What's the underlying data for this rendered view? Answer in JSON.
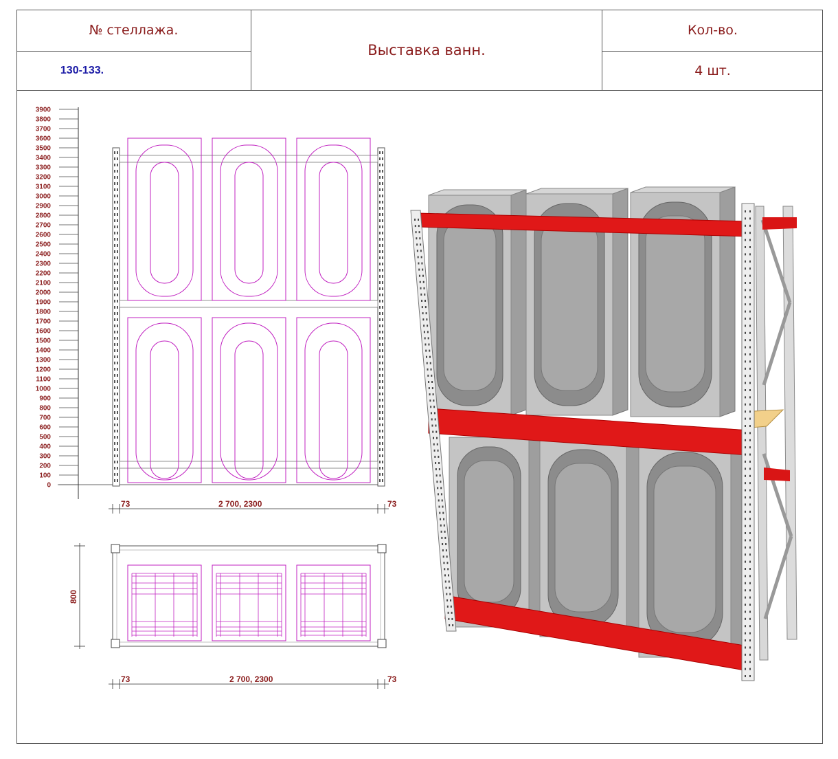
{
  "header": {
    "rack_label": "№ стеллажа.",
    "rack_number": "130-133.",
    "title": "Выставка ванн.",
    "qty_label": "Кол-во.",
    "qty_value": "4 шт."
  },
  "front_view": {
    "height_ticks": [
      3900,
      3800,
      3700,
      3600,
      3500,
      3400,
      3300,
      3200,
      3100,
      3000,
      2900,
      2800,
      2700,
      2600,
      2500,
      2400,
      2300,
      2200,
      2100,
      2000,
      1900,
      1800,
      1700,
      1600,
      1500,
      1400,
      1300,
      1200,
      1100,
      1000,
      900,
      800,
      700,
      600,
      500,
      400,
      300,
      200,
      100,
      0
    ],
    "dim_left": "73",
    "dim_center": "2 700, 2300",
    "dim_right": "73"
  },
  "top_view": {
    "depth": "800",
    "dim_left": "73",
    "dim_center": "2 700, 2300",
    "dim_right": "73"
  },
  "colors": {
    "frame_text": "#8a1c1c",
    "blue_text": "#1a1aa6",
    "drawing_magenta": "#c020c0",
    "beam_red": "#e01818",
    "shelf_wood": "#f2d08a",
    "bath_grey": "#b9b9b9"
  }
}
